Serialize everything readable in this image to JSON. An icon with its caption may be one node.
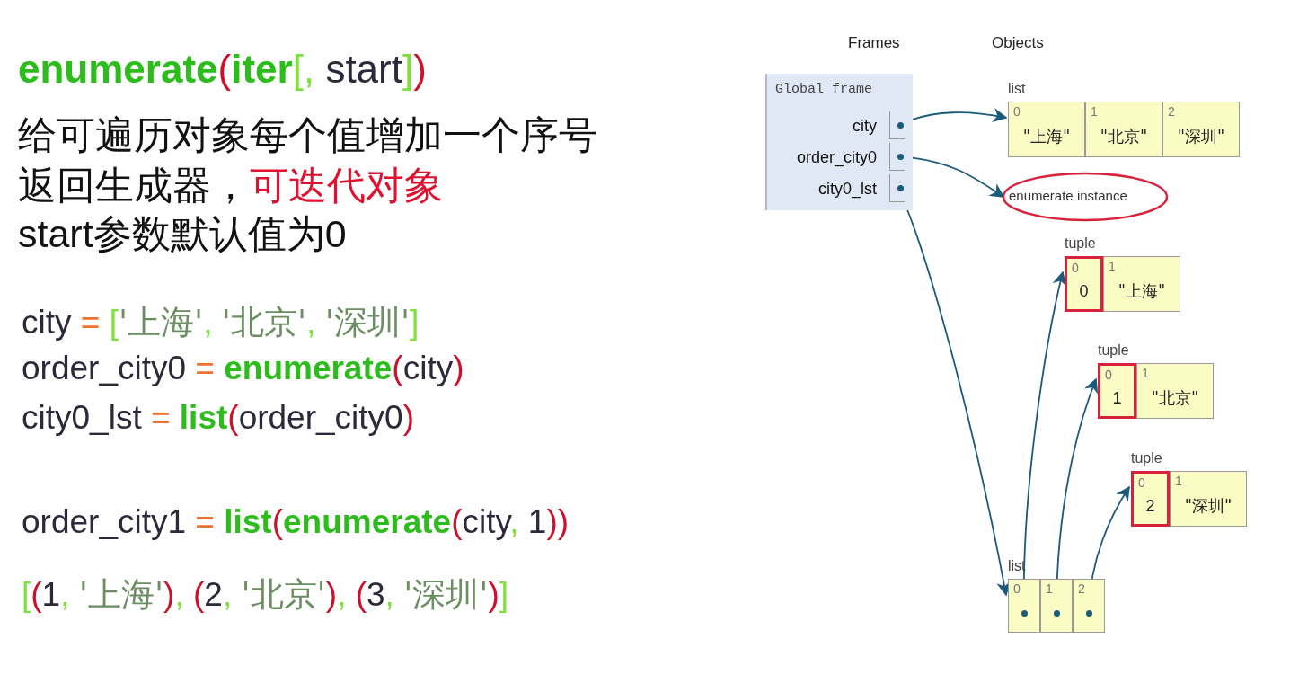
{
  "diagram": {
    "title": "enumerate(iter[, start])",
    "nodes": [
      {
        "text": [
          "Global frame"
        ]
      },
      {
        "text": [
          "city"
        ],
        "in": 0
      },
      {
        "text": [
          "order_city0"
        ],
        "in": 0
      },
      {
        "text": [
          "city0_lst"
        ],
        "in": 0
      },
      {
        "text": [
          "list"
        ]
      },
      {
        "text": [
          "0",
          "\"上海\""
        ],
        "in": 4
      },
      {
        "text": [
          "1",
          "\"北京\""
        ],
        "in": 4
      },
      {
        "text": [
          "2",
          "\"深圳\""
        ],
        "in": 4
      },
      {
        "text": [
          "enumerate instance"
        ]
      },
      {
        "text": [
          "tuple"
        ]
      },
      {
        "text": [
          "0",
          "0"
        ],
        "in": 9
      },
      {
        "text": [
          "1",
          "\"上海\""
        ],
        "in": 9
      },
      {
        "text": [
          "tuple"
        ]
      },
      {
        "text": [
          "0",
          "1"
        ],
        "in": 12
      },
      {
        "text": [
          "1",
          "\"北京\""
        ],
        "in": 12
      },
      {
        "text": [
          "tuple"
        ]
      },
      {
        "text": [
          "0",
          "2"
        ],
        "in": 15
      },
      {
        "text": [
          "1",
          "\"深圳\""
        ],
        "in": 15
      },
      {
        "text": [
          "list"
        ]
      },
      {
        "text": [
          "0"
        ],
        "in": 18
      },
      {
        "text": [
          "1"
        ],
        "in": 18
      },
      {
        "text": [
          "2"
        ],
        "in": 18
      }
    ],
    "edges": [
      {
        "from": 1,
        "to": 4,
        "arrow": "to"
      },
      {
        "from": 2,
        "to": 8,
        "arrow": "to"
      },
      {
        "from": 3,
        "to": 18,
        "arrow": "to"
      },
      {
        "from": 19,
        "to": 9,
        "arrow": "to"
      },
      {
        "from": 20,
        "to": 12,
        "arrow": "to"
      },
      {
        "from": 21,
        "to": 15,
        "arrow": "to"
      }
    ],
    "labels": [
      "给可遍历对象每个值增加一个序号",
      "返回生成器，**可迭代对象**",
      "start参数默认值为0",
      "city = ['上海', '北京', '深圳']",
      "order_city0 = enumerate(city)",
      "city0_lst = list(order_city0)",
      "order_city1 = list(enumerate(city, 1))",
      "[(1, '上海'), (2, '北京'), (3, '深圳')]",
      "Frames",
      "Objects"
    ]
  }
}
